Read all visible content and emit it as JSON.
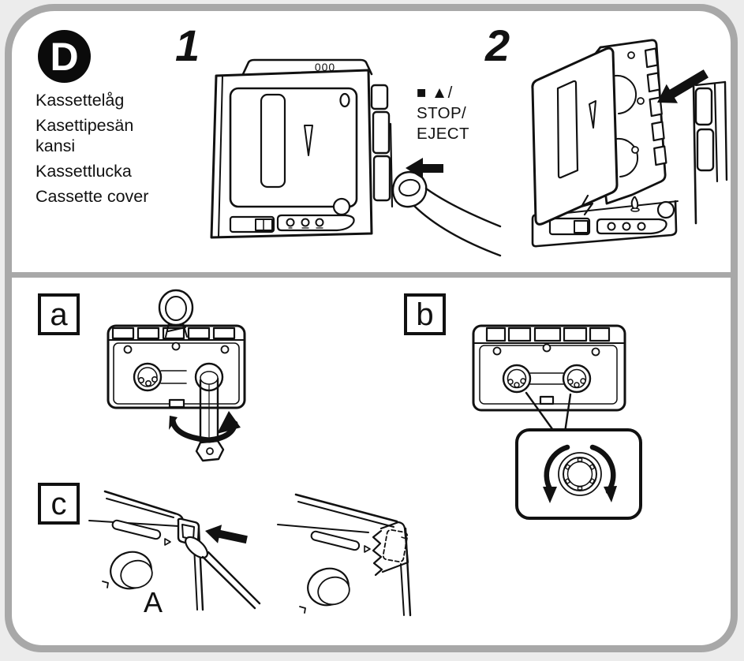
{
  "page": {
    "background": "#ececec",
    "frame_color": "#a8a8a8",
    "panel_color": "#ffffff",
    "ink_color": "#111111"
  },
  "section": {
    "badge": "D",
    "captions": [
      "Kassettelåg",
      "Kasettipesän kansi",
      "Kassettlucka",
      "Cassette cover"
    ]
  },
  "steps": [
    {
      "number": "1",
      "tape_counter": "000",
      "button_label_lines": [
        "■ ▲/",
        "STOP/",
        "EJECT"
      ]
    },
    {
      "number": "2"
    }
  ],
  "figures": [
    {
      "label": "a"
    },
    {
      "label": "b"
    },
    {
      "label": "c",
      "annotation": "A"
    }
  ]
}
